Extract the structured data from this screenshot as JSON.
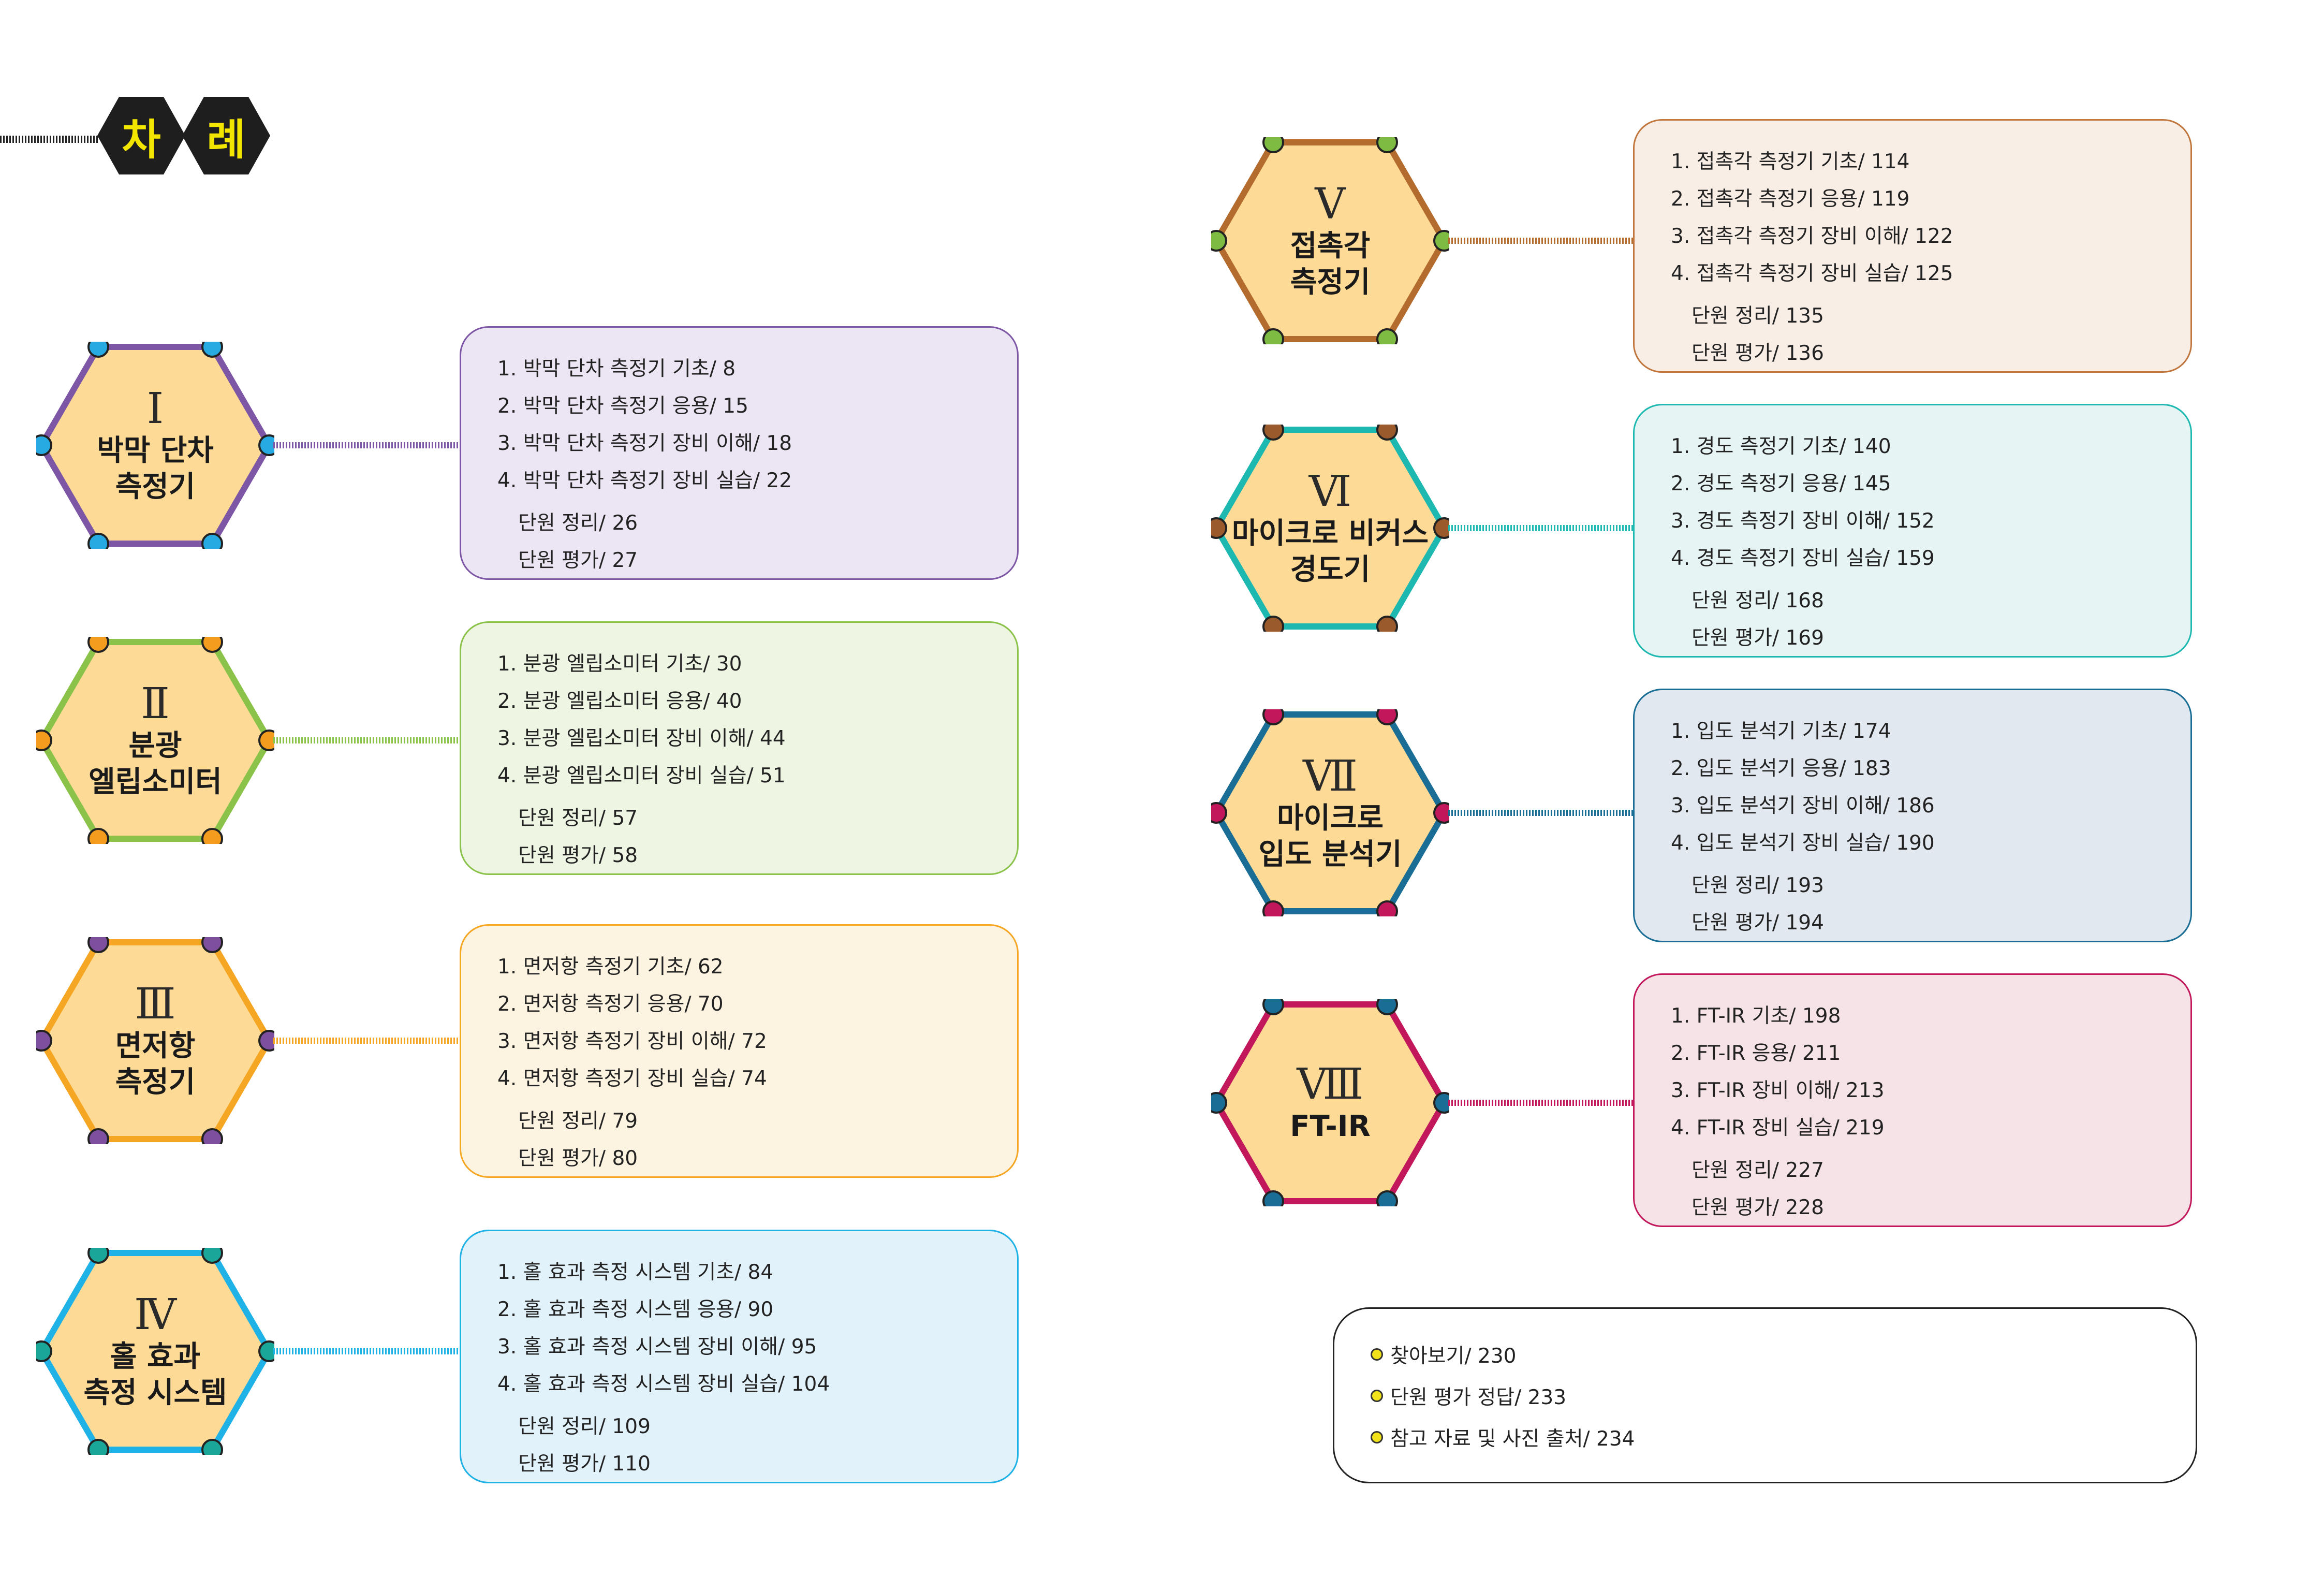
{
  "header": {
    "title_chars": [
      "차",
      "례"
    ]
  },
  "units": [
    {
      "numeral": "Ⅰ",
      "name_lines": [
        "박막 단차",
        "측정기"
      ],
      "colors": {
        "border": "#7d56a5",
        "dot": "#27a9e1",
        "box_bg": "#ece6f4",
        "box_border": "#7d56a5"
      },
      "items": [
        "1. 박막 단차 측정기 기초/ 8",
        "2. 박막 단차 측정기 응용/ 15",
        "3. 박막 단차 측정기 장비 이해/ 18",
        "4. 박막 단차 측정기 장비 실습/ 22"
      ],
      "summary": "단원 정리/ 26",
      "evaluation": "단원 평가/ 27"
    },
    {
      "numeral": "Ⅱ",
      "name_lines": [
        "분광",
        "엘립소미터"
      ],
      "colors": {
        "border": "#8bc34a",
        "dot": "#f39c1e",
        "box_bg": "#eef5e3",
        "box_border": "#8bc34a"
      },
      "items": [
        "1. 분광 엘립소미터 기초/ 30",
        "2. 분광 엘립소미터 응용/ 40",
        "3. 분광 엘립소미터 장비 이해/ 44",
        "4. 분광 엘립소미터 장비 실습/ 51"
      ],
      "summary": "단원 정리/ 57",
      "evaluation": "단원 평가/ 58"
    },
    {
      "numeral": "Ⅲ",
      "name_lines": [
        "면저항",
        "측정기"
      ],
      "colors": {
        "border": "#f5a623",
        "dot": "#7d4f9e",
        "box_bg": "#fdf3e1",
        "box_border": "#f5a623"
      },
      "items": [
        "1. 면저항 측정기 기초/ 62",
        "2. 면저항 측정기 응용/ 70",
        "3. 면저항 측정기 장비 이해/ 72",
        "4. 면저항 측정기 장비 실습/ 74"
      ],
      "summary": "단원 정리/ 79",
      "evaluation": "단원 평가/ 80"
    },
    {
      "numeral": "Ⅳ",
      "name_lines": [
        "홀 효과",
        "측정 시스템"
      ],
      "colors": {
        "border": "#1fb2e6",
        "dot": "#1aa79a",
        "box_bg": "#e1f2fb",
        "box_border": "#1fb2e6"
      },
      "items": [
        "1. 홀 효과 측정 시스템 기초/ 84",
        "2. 홀 효과 측정 시스템 응용/ 90",
        "3. 홀 효과 측정 시스템 장비 이해/ 95",
        "4. 홀 효과 측정 시스템 장비 실습/ 104"
      ],
      "summary": "단원 정리/ 109",
      "evaluation": "단원 평가/ 110"
    },
    {
      "numeral": "Ⅴ",
      "name_lines": [
        "접촉각",
        "측정기"
      ],
      "colors": {
        "border": "#b36b2e",
        "dot": "#7dbb42",
        "box_bg": "#f8eee6",
        "box_border": "#c0763c"
      },
      "items": [
        "1. 접촉각 측정기 기초/ 114",
        "2. 접촉각 측정기 응용/ 119",
        "3. 접촉각 측정기 장비 이해/ 122",
        "4. 접촉각 측정기 장비 실습/ 125"
      ],
      "summary": "단원 정리/ 135",
      "evaluation": "단원 평가/ 136"
    },
    {
      "numeral": "Ⅵ",
      "name_lines": [
        "마이크로 비커스",
        "경도기"
      ],
      "colors": {
        "border": "#1db8b0",
        "dot": "#9b5a2c",
        "box_bg": "#e6f5f4",
        "box_border": "#1db8b0"
      },
      "items": [
        "1. 경도 측정기 기초/ 140",
        "2. 경도 측정기 응용/ 145",
        "3. 경도 측정기 장비 이해/ 152",
        "4. 경도 측정기 장비 실습/ 159"
      ],
      "summary": "단원 정리/ 168",
      "evaluation": "단원 평가/ 169"
    },
    {
      "numeral": "Ⅶ",
      "name_lines": [
        "마이크로",
        "입도 분석기"
      ],
      "colors": {
        "border": "#1a6e96",
        "dot": "#c2185b",
        "box_bg": "#e1e8f0",
        "box_border": "#1a6e96"
      },
      "items": [
        "1. 입도 분석기 기초/ 174",
        "2. 입도 분석기 응용/ 183",
        "3. 입도 분석기 장비 이해/ 186",
        "4. 입도 분석기 장비 실습/ 190"
      ],
      "summary": "단원 정리/ 193",
      "evaluation": "단원 평가/ 194"
    },
    {
      "numeral": "Ⅷ",
      "name_lines": [
        "FT-IR",
        ""
      ],
      "colors": {
        "border": "#c2185b",
        "dot": "#1a6e96",
        "box_bg": "#f5e3e8",
        "box_border": "#c2185b"
      },
      "items": [
        "1. FT-IR 기초/ 198",
        "2. FT-IR 응용/ 211",
        "3. FT-IR 장비 이해/ 213",
        "4. FT-IR 장비 실습/ 219"
      ],
      "summary": "단원 정리/ 227",
      "evaluation": "단원 평가/ 228"
    }
  ],
  "appendix": [
    "찾아보기/ 230",
    "단원 평가 정답/ 233",
    "참고 자료 및 사진 출처/ 234"
  ]
}
